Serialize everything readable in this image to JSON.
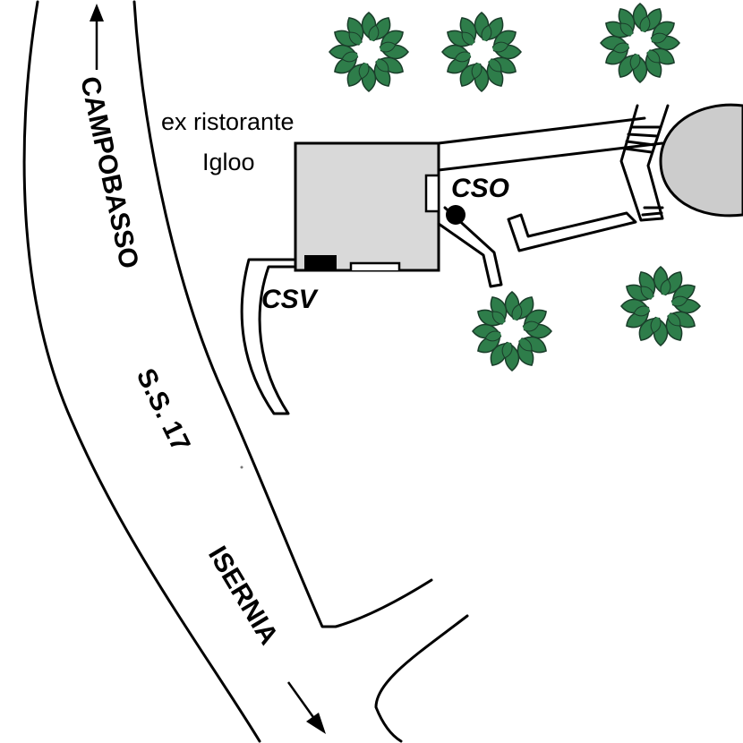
{
  "map": {
    "building": {
      "name_line1": "ex ristorante",
      "name_line2": "Igloo"
    },
    "sensors": {
      "cso_label": "CSO",
      "csv_label": "CSV"
    },
    "roads": {
      "route_label": "S.S. 17",
      "north_destination": "CAMPOBASSO",
      "south_destination": "ISERNIA"
    },
    "colors": {
      "building_fill": "#d9d9d9",
      "tree_leaf": "#2e7d4a",
      "tree_outline": "#1a3d2a",
      "ink": "#000000"
    },
    "icons": [
      "tree-icon",
      "arrow-up-icon",
      "arrow-down-icon",
      "sensor-dot-icon"
    ]
  }
}
